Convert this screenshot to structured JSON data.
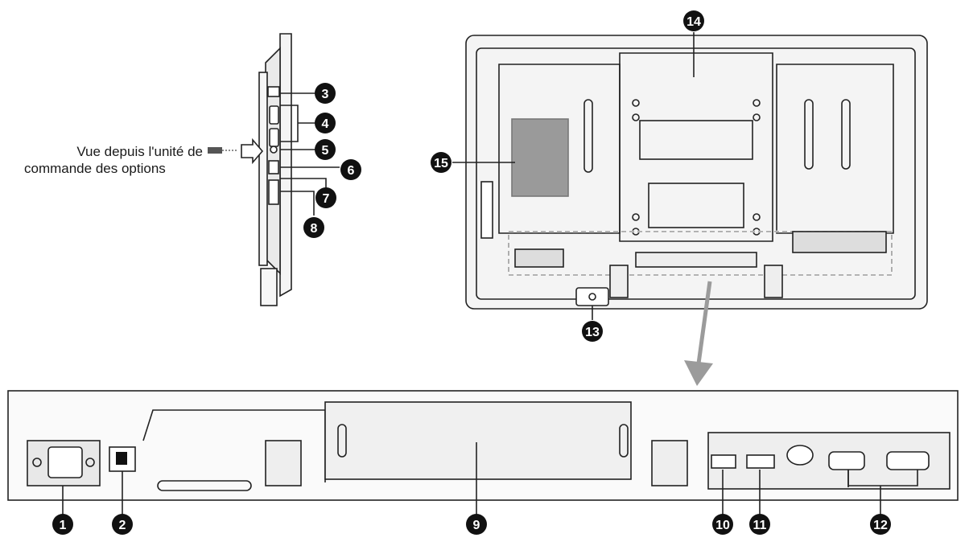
{
  "caption": {
    "line1": "Vue depuis l'unité de",
    "line2": "commande des options"
  },
  "callouts": [
    {
      "id": "1",
      "label": "1"
    },
    {
      "id": "2",
      "label": "2"
    },
    {
      "id": "3",
      "label": "3"
    },
    {
      "id": "4",
      "label": "4"
    },
    {
      "id": "5",
      "label": "5"
    },
    {
      "id": "6",
      "label": "6"
    },
    {
      "id": "7",
      "label": "7"
    },
    {
      "id": "8",
      "label": "8"
    },
    {
      "id": "9",
      "label": "9"
    },
    {
      "id": "10",
      "label": "10"
    },
    {
      "id": "11",
      "label": "11"
    },
    {
      "id": "12",
      "label": "12"
    },
    {
      "id": "13",
      "label": "13"
    },
    {
      "id": "14",
      "label": "14"
    },
    {
      "id": "15",
      "label": "15"
    }
  ],
  "colors": {
    "line": "#222222",
    "device_fill": "#f4f4f4",
    "panel_fill": "#e2e2e2",
    "label_plate": "#9a9a9a",
    "callout_fill": "#111111",
    "arrow": "#9b9b9b"
  }
}
